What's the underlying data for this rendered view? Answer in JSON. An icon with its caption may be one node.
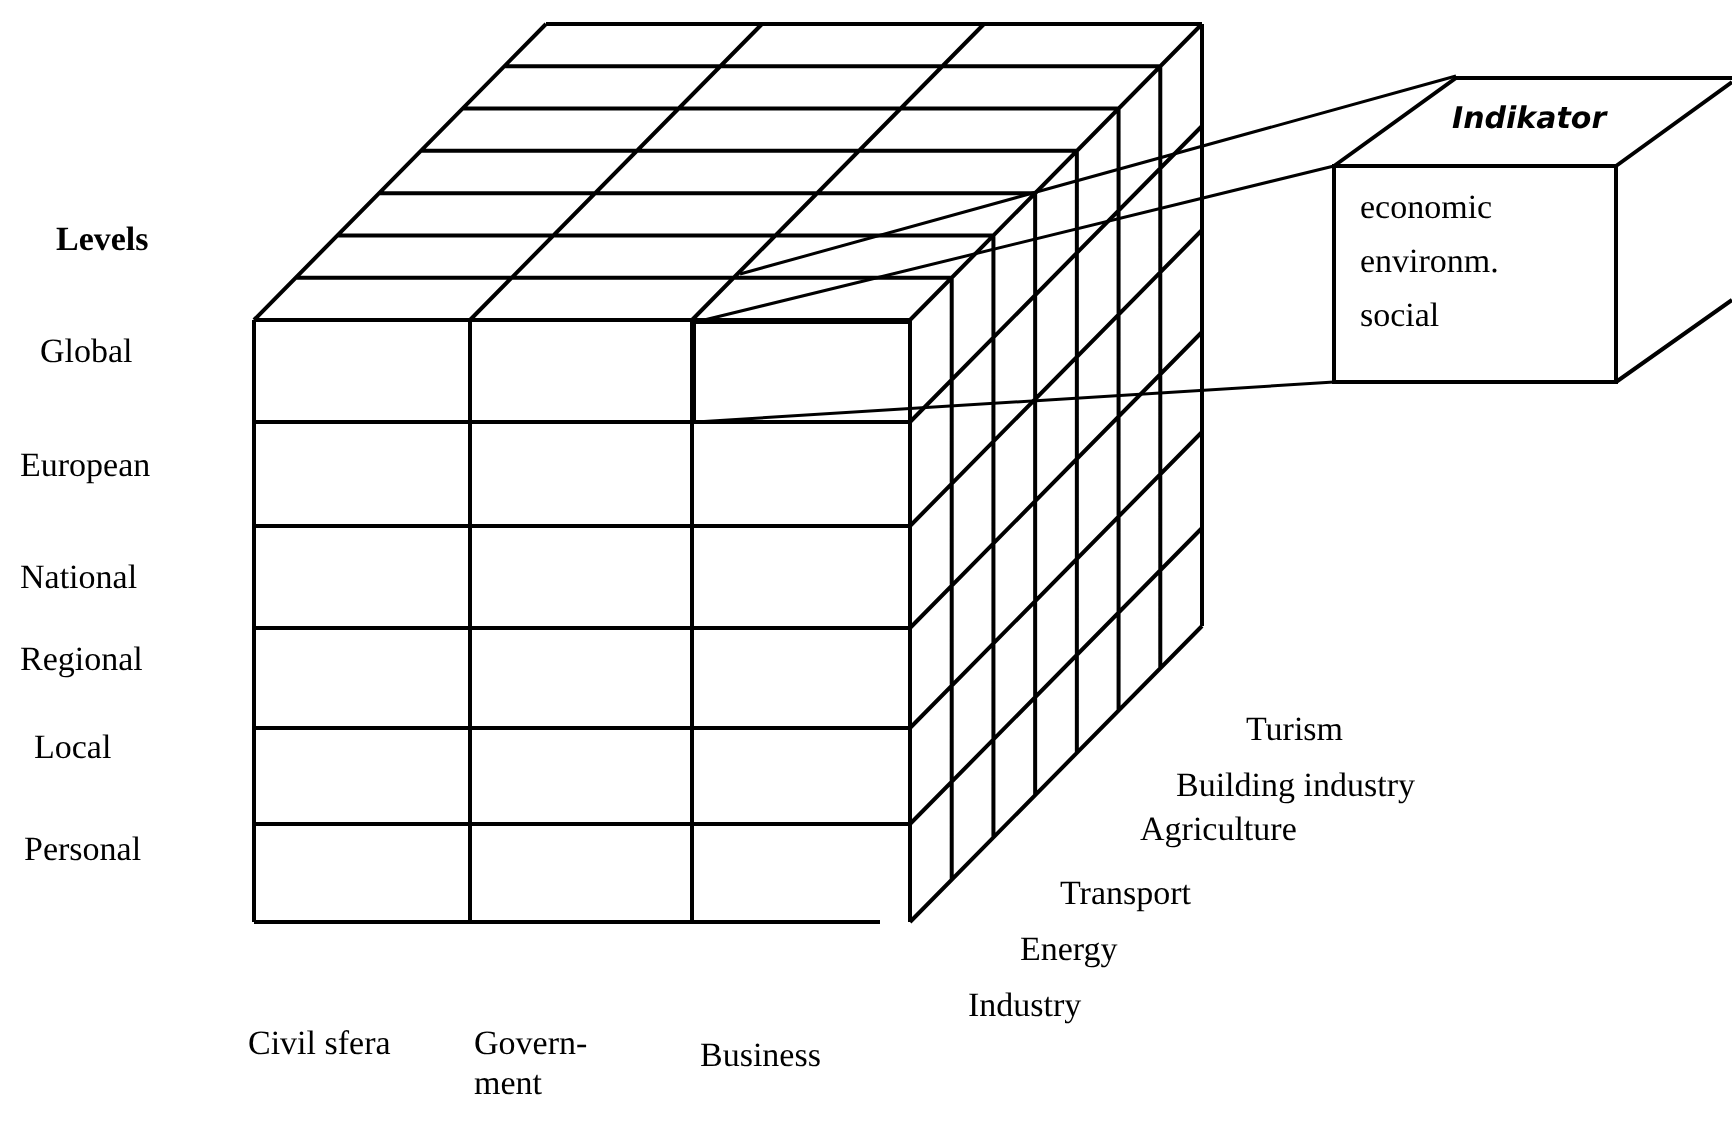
{
  "diagram": {
    "nodes": [
      {
        "text": [],
        "shape": "box"
      },
      {
        "text": [
          "Indikator",
          "economic environm. social"
        ]
      }
    ],
    "edges": [
      {
        "from": 0,
        "to": 1,
        "arrow": "none"
      }
    ],
    "labels": [
      "Levels",
      "Global",
      "European",
      "National",
      "Regional",
      "Local",
      "Personal",
      "Turism",
      "Building industry",
      "Agriculture",
      "Transport",
      "Energy",
      "Industry",
      "Civil sfera",
      "Govern- ment",
      "Business"
    ]
  }
}
